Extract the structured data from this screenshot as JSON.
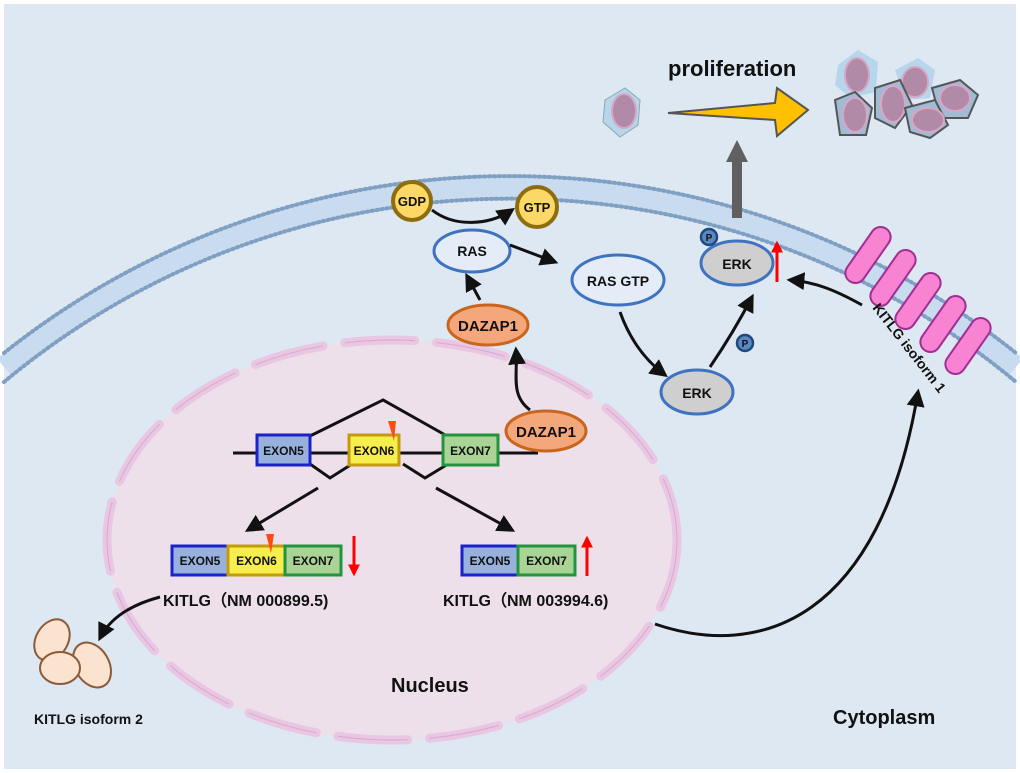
{
  "labels": {
    "proliferation": "proliferation",
    "gdp": "GDP",
    "gtp": "GTP",
    "ras": "RAS",
    "ras_gtp": "RAS GTP",
    "dazap1_cyto": "DAZAP1",
    "dazap1_nuc": "DAZAP1",
    "erk_lower": "ERK",
    "erk_upper": "ERK",
    "p_upper": "P",
    "p_lower": "P",
    "kitlg_isoform1": "KITLG isoform 1",
    "kitlg_isoform2": "KITLG isoform 2",
    "nucleus": "Nucleus",
    "cytoplasm": "Cytoplasm"
  },
  "gene": {
    "exons": [
      "EXON5",
      "EXON6",
      "EXON7"
    ],
    "transcript_long": {
      "exons": [
        "EXON5",
        "EXON6",
        "EXON7"
      ],
      "label": "KITLG（NM 000899.5)",
      "trend": "down"
    },
    "transcript_short": {
      "exons": [
        "EXON5",
        "EXON7"
      ],
      "label": "KITLG（NM 003994.6)",
      "trend": "up"
    }
  },
  "colors": {
    "background": "#dde8f2",
    "nucleus": "#ede0ea",
    "exon5": "#98b1dc",
    "exon6": "#f5ee4c",
    "exon7": "#a9d496",
    "dazap1": "#f4a77a",
    "erk": "#cfcfcf",
    "gtp": "#fcd867",
    "receptor": "#f783d2",
    "arrow_yellow": "#ffc000",
    "trend_red": "#ff0000"
  }
}
